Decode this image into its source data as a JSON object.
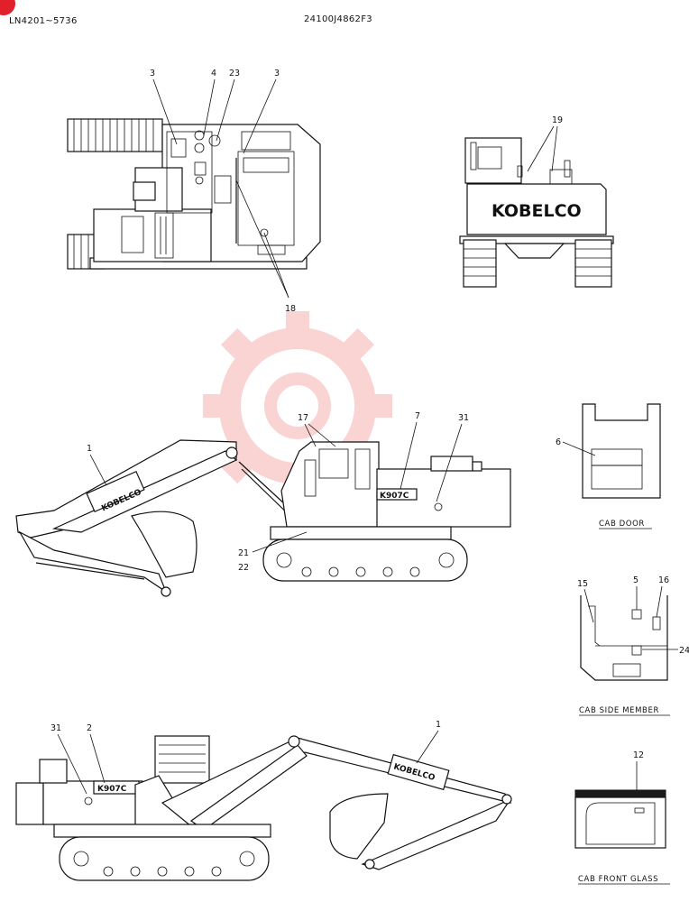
{
  "header": {
    "serial_range": "LN4201~5736",
    "part_number": "24100J4862F3"
  },
  "views": {
    "top": {
      "callouts": {
        "c3a": "3",
        "c4": "4",
        "c23": "23",
        "c3b": "3",
        "c18": "18"
      }
    },
    "rear": {
      "brand": "KOBELCO",
      "callouts": {
        "c19": "19"
      }
    },
    "left_side": {
      "boom_label": "KOBELCO",
      "model_label": "K907C",
      "callouts": {
        "c1": "1",
        "c17": "17",
        "c7": "7",
        "c31": "31",
        "c21": "21",
        "c22": "22"
      }
    },
    "right_side": {
      "boom_label": "KOBELCO",
      "model_label": "K907C",
      "callouts": {
        "c31": "31",
        "c2": "2",
        "c1": "1"
      }
    }
  },
  "details": {
    "cab_door": {
      "caption": "CAB DOOR",
      "callouts": {
        "c6": "6"
      }
    },
    "cab_side_member": {
      "caption": "CAB SIDE MEMBER",
      "callouts": {
        "c15": "15",
        "c5": "5",
        "c16": "16",
        "c24": "24"
      }
    },
    "cab_front_glass": {
      "caption": "CAB FRONT GLASS",
      "callouts": {
        "c12": "12"
      }
    }
  },
  "colors": {
    "ink": "#111111",
    "watermark": "#f4a0a0",
    "corner_mark": "#e0202a"
  }
}
